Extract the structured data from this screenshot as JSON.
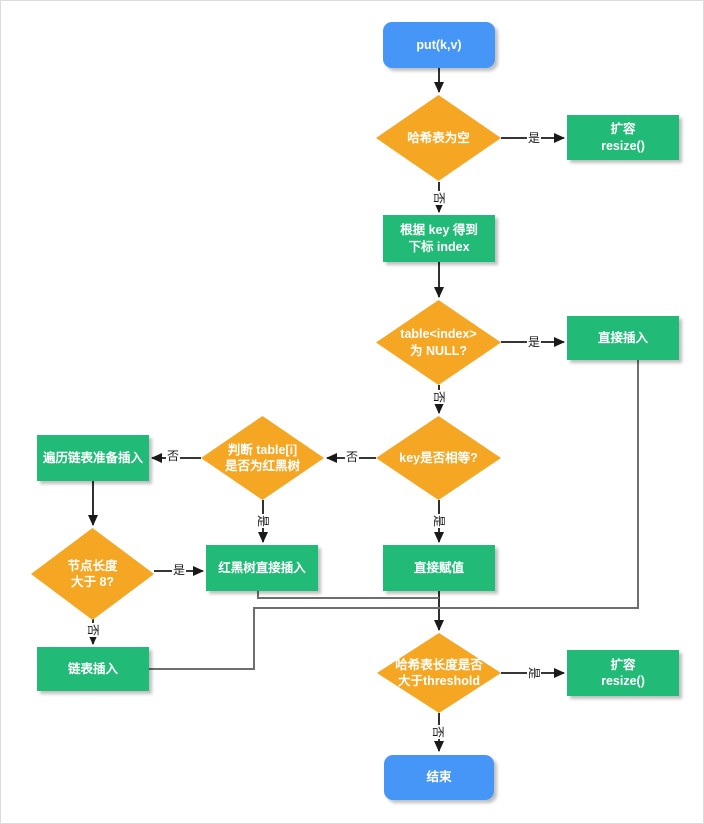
{
  "diagram": {
    "nodes": {
      "start": {
        "lines": [
          "put(k,v)"
        ]
      },
      "d_empty": {
        "lines": [
          "哈希表为空"
        ]
      },
      "resize1": {
        "lines": [
          "扩容",
          "resize()"
        ]
      },
      "get_index": {
        "lines": [
          "根据 key 得到",
          "下标 index"
        ]
      },
      "d_null": {
        "lines": [
          "table<index>",
          "为 NULL?"
        ]
      },
      "direct_insert": {
        "lines": [
          "直接插入"
        ]
      },
      "d_key_equal": {
        "lines": [
          "key是否相等?"
        ]
      },
      "d_is_rbtree": {
        "lines": [
          "判断 table[i]",
          "是否为红黑树"
        ]
      },
      "traverse_list": {
        "lines": [
          "遍历链表准备插入"
        ]
      },
      "d_len_gt8": {
        "lines": [
          "节点长度",
          "大于 8?"
        ]
      },
      "rbtree_insert": {
        "lines": [
          "红黑树直接插入"
        ]
      },
      "assign_value": {
        "lines": [
          "直接赋值"
        ]
      },
      "list_insert": {
        "lines": [
          "链表插入"
        ]
      },
      "d_threshold": {
        "lines": [
          "哈希表长度是否",
          "大于threshold"
        ]
      },
      "resize2": {
        "lines": [
          "扩容",
          "resize()"
        ]
      },
      "end": {
        "lines": [
          "结束"
        ]
      }
    },
    "edge_labels": {
      "yes": "是",
      "no": "否"
    },
    "colors": {
      "process": "#21ba77",
      "decision": "#f5a623",
      "terminal": "#4596f7",
      "line": "#6e6e6e",
      "arrow": "#1a1a1a"
    }
  }
}
